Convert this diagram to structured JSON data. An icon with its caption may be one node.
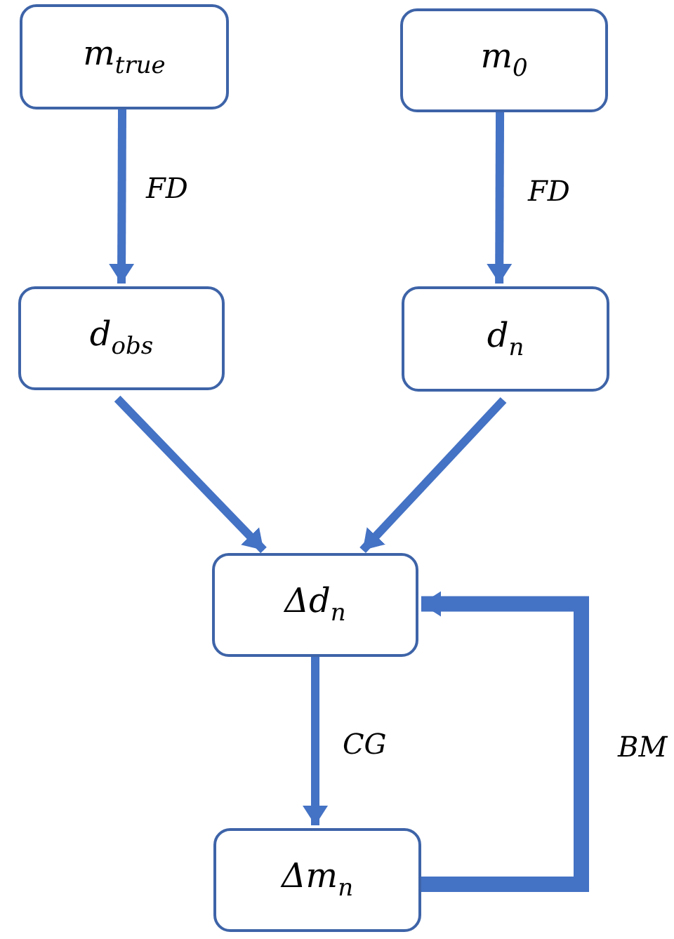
{
  "diagram": {
    "nodes": [
      {
        "text": [
          "m$_{true}$"
        ]
      },
      {
        "text": [
          "m$_{0}$"
        ]
      },
      {
        "text": [
          "d$_{obs}$"
        ]
      },
      {
        "text": [
          "d$_{n}$"
        ]
      },
      {
        "text": [
          "Δd$_{n}$"
        ]
      },
      {
        "text": [
          "Δm$_{n}$"
        ]
      }
    ],
    "edges": [
      {
        "from": 0,
        "to": 2,
        "arrow": "to",
        "label": "FD"
      },
      {
        "from": 1,
        "to": 3,
        "arrow": "to",
        "label": "FD"
      },
      {
        "from": 2,
        "to": 4,
        "arrow": "to"
      },
      {
        "from": 3,
        "to": 4,
        "arrow": "to"
      },
      {
        "from": 4,
        "to": 5,
        "arrow": "to",
        "label": "CG"
      },
      {
        "from": 5,
        "to": 4,
        "arrow": "to",
        "label": "BM",
        "style": "thick"
      }
    ]
  }
}
